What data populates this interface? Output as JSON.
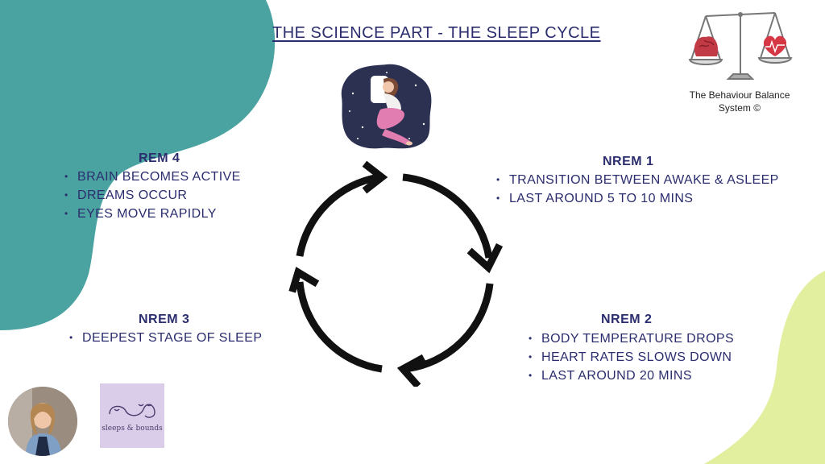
{
  "slide": {
    "title": "THE SCIENCE PART - THE SLEEP CYCLE"
  },
  "brand": {
    "logo_line1": "The Behaviour Balance",
    "logo_line2": "System ©",
    "icon": "balance-scale-brain-heart-icon"
  },
  "stages": {
    "rem4": {
      "title": "REM 4",
      "items": [
        "BRAIN BECOMES ACTIVE",
        "DREAMS OCCUR",
        "EYES MOVE RAPIDLY"
      ]
    },
    "nrem1": {
      "title": "NREM 1",
      "items": [
        "TRANSITION BETWEEN AWAKE & ASLEEP",
        "LAST AROUND 5 TO 10 MINS"
      ]
    },
    "nrem3": {
      "title": "NREM 3",
      "items": [
        "DEEPEST STAGE OF SLEEP"
      ]
    },
    "nrem2": {
      "title": "NREM 2",
      "items": [
        "BODY TEMPERATURE DROPS",
        "HEART RATES SLOWS DOWN",
        "LAST AROUND 20 MINS"
      ]
    }
  },
  "partner_logo": {
    "text": "sleeps & bounds",
    "icon": "sleeps-and-bounds-logo-icon"
  },
  "colors": {
    "teal": "#4aa3a0",
    "lime": "#e2ef9f",
    "navy": "#2b2d6e",
    "lilac": "#d9cdea"
  }
}
